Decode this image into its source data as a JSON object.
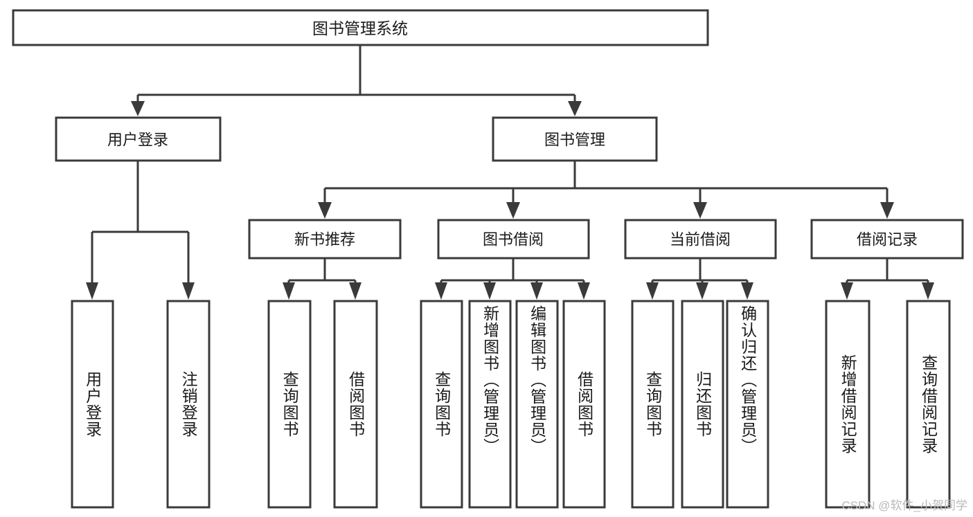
{
  "diagram": {
    "type": "tree",
    "title": "图书管理系统",
    "watermark": "CSDN @软件_小贺同学",
    "root": {
      "label": "图书管理系统"
    },
    "level1": [
      {
        "label": "用户登录"
      },
      {
        "label": "图书管理"
      }
    ],
    "level2": [
      {
        "label": "新书推荐"
      },
      {
        "label": "图书借阅"
      },
      {
        "label": "当前借阅"
      },
      {
        "label": "借阅记录"
      }
    ],
    "leaves": [
      {
        "label": "用户登录"
      },
      {
        "label": "注销登录"
      },
      {
        "label": "查询图书"
      },
      {
        "label": "借阅图书"
      },
      {
        "label": "查询图书"
      },
      {
        "label": "新增图书（管理员）"
      },
      {
        "label": "编辑图书（管理员）"
      },
      {
        "label": "借阅图书"
      },
      {
        "label": "查询图书"
      },
      {
        "label": "归还图书"
      },
      {
        "label": "确认归还（管理员）"
      },
      {
        "label": "新增借阅记录"
      },
      {
        "label": "查询借阅记录"
      }
    ],
    "colors": {
      "stroke": "#3a3a3a",
      "fill": "#ffffff",
      "text": "#1a1a1a",
      "watermark": "#b9b9b9"
    }
  }
}
